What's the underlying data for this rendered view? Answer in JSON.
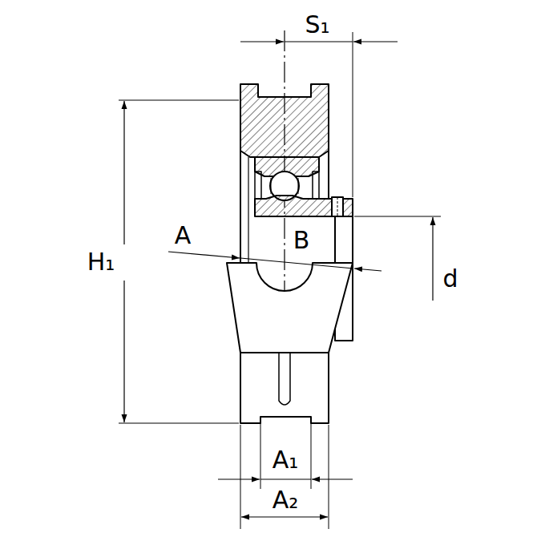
{
  "diagram": {
    "labels": [
      "S₁",
      "H₁",
      "A",
      "B",
      "d",
      "A₁",
      "A₂"
    ]
  }
}
